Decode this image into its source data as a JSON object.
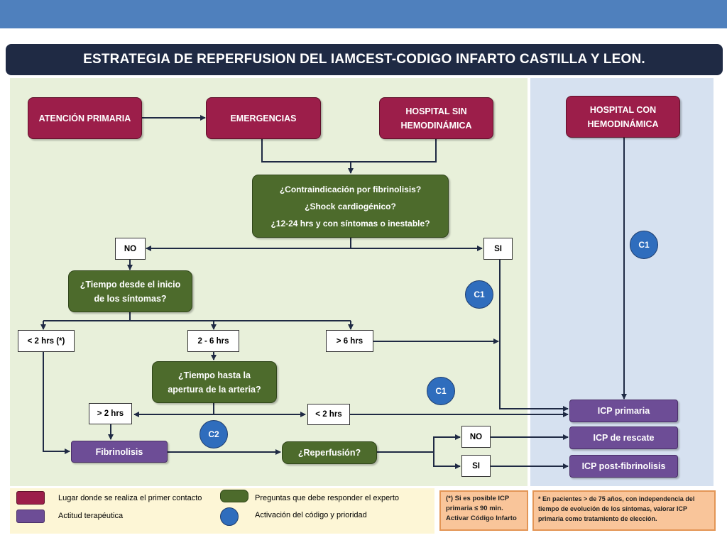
{
  "title": "ESTRATEGIA DE REPERFUSION DEL IAMCEST-CODIGO INFARTO CASTILLA Y LEON.",
  "nodes": {
    "atencion_primaria": "ATENCIÓN PRIMARIA",
    "emergencias": "EMERGENCIAS",
    "hospital_sin": [
      "HOSPITAL SIN",
      "HEMODINÁMICA"
    ],
    "hospital_con": [
      "HOSPITAL CON",
      "HEMODINÁMICA"
    ],
    "question_main": [
      "¿Contraindicación por fibrinolisis?",
      "¿Shock cardiogénico?",
      "¿12-24 hrs y con síntomas o inestable?"
    ],
    "no_1": "NO",
    "si_1": "SI",
    "question_tiempo_inicio": [
      "¿Tiempo desde el inicio",
      "de los síntomas?"
    ],
    "lt2": "< 2 hrs (*)",
    "range_2_6": "2 - 6 hrs",
    "gt6": "> 6 hrs",
    "question_apertura": [
      "¿Tiempo hasta la",
      "apertura de la arteria?"
    ],
    "gt2": "> 2 hrs",
    "lt2b": "< 2 hrs",
    "fibrinolisis": "Fibrinolisis",
    "reperfusion": "¿Reperfusión?",
    "no_2": "NO",
    "si_2": "SI",
    "icp_primaria": "ICP primaria",
    "icp_rescate": "ICP de rescate",
    "icp_post": "ICP post-fibrinolisis"
  },
  "circles": {
    "c1_right": "C1",
    "c1_mid": "C1",
    "c1_low": "C1",
    "c2": "C2"
  },
  "legend": {
    "primer_contacto": "Lugar donde se realiza el primer contacto",
    "actitud": "Actitud terapéutica",
    "preguntas": "Preguntas que debe responder el experto",
    "activacion": "Activación del código y prioridad"
  },
  "notes": {
    "note1": [
      "(*) Si es posible ICP",
      "primaria ≤ 90 min.",
      "Activar Código Infarto"
    ],
    "note2": [
      "* En pacientes > de 75 años, con independencia del",
      "tiempo de evolución de los síntomas, valorar ICP",
      "primaria como tratamiento de elección."
    ]
  },
  "colors": {
    "red": "#9c1e4a",
    "green": "#4d6b2c",
    "purple": "#6d4d96",
    "blue_circle": "#2f6dbd",
    "title_bar": "#1f2a44",
    "top_bar": "#4f80bd"
  }
}
